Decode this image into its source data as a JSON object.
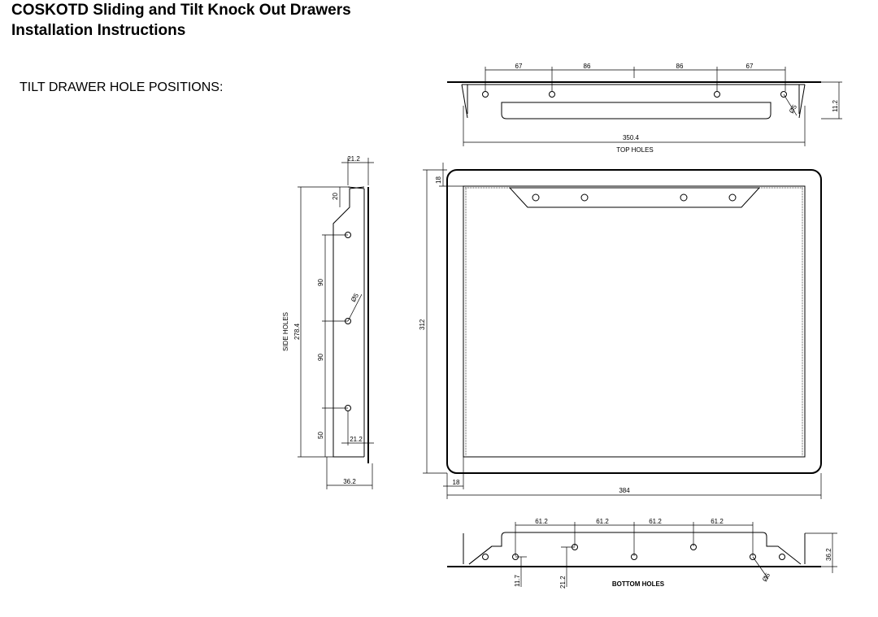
{
  "header": {
    "title_line1": "COSKOTD Sliding and Tilt Knock Out Drawers",
    "title_line2": "Installation Instructions",
    "section_label": "TILT DRAWER HOLE POSITIONS:"
  },
  "top_view": {
    "label": "TOP HOLES",
    "spacing": [
      "67",
      "86",
      "86",
      "67"
    ],
    "overall_width": "350.4",
    "height": "11.2",
    "hole_dia": "Ø5"
  },
  "side_view": {
    "label": "SIDE HOLES",
    "overall_height": "278.4",
    "top_offset": "20",
    "top_width": "21.2",
    "spacing_upper": "90",
    "spacing_lower": "90",
    "bottom_offset": "50",
    "bottom_width": "21.2",
    "overall_width": "36.2",
    "hole_dia": "Ø5"
  },
  "front_view": {
    "flange_top": "18",
    "height": "312",
    "flange_left": "18",
    "width": "384"
  },
  "bottom_view": {
    "label": "BOTTOM HOLES",
    "spacing": [
      "61.2",
      "61.2",
      "61.2",
      "61.2"
    ],
    "height": "36.2",
    "offset_a": "11.7",
    "offset_b": "21.2",
    "hole_dia": "Ø5"
  }
}
